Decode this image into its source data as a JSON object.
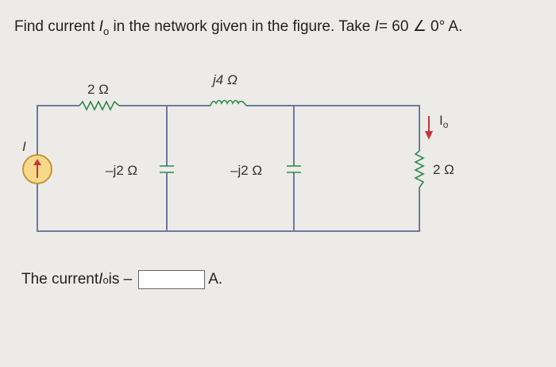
{
  "question": {
    "prefix": "Find current ",
    "var": "I",
    "sub": "o",
    "suffix": " in the network given in the figure. Take ",
    "source_var": "I",
    "source_value": "= 60 ∠ 0° A."
  },
  "circuit": {
    "source_label": "I",
    "r1": "2 Ω",
    "inductor": "j4 Ω",
    "c1": "–j2 Ω",
    "c2": "–j2 Ω",
    "r2": "2 Ω",
    "current_label": "I",
    "current_sub": "o",
    "wire_color": "#6b7a99",
    "component_color": "#2f8a4a",
    "arrow_color": "#c8343a",
    "source_fill": "#f6d98a"
  },
  "answer": {
    "prefix": "The current ",
    "var": "I",
    "sub": "o",
    "mid": " is –",
    "input_value": "",
    "unit": "A."
  }
}
